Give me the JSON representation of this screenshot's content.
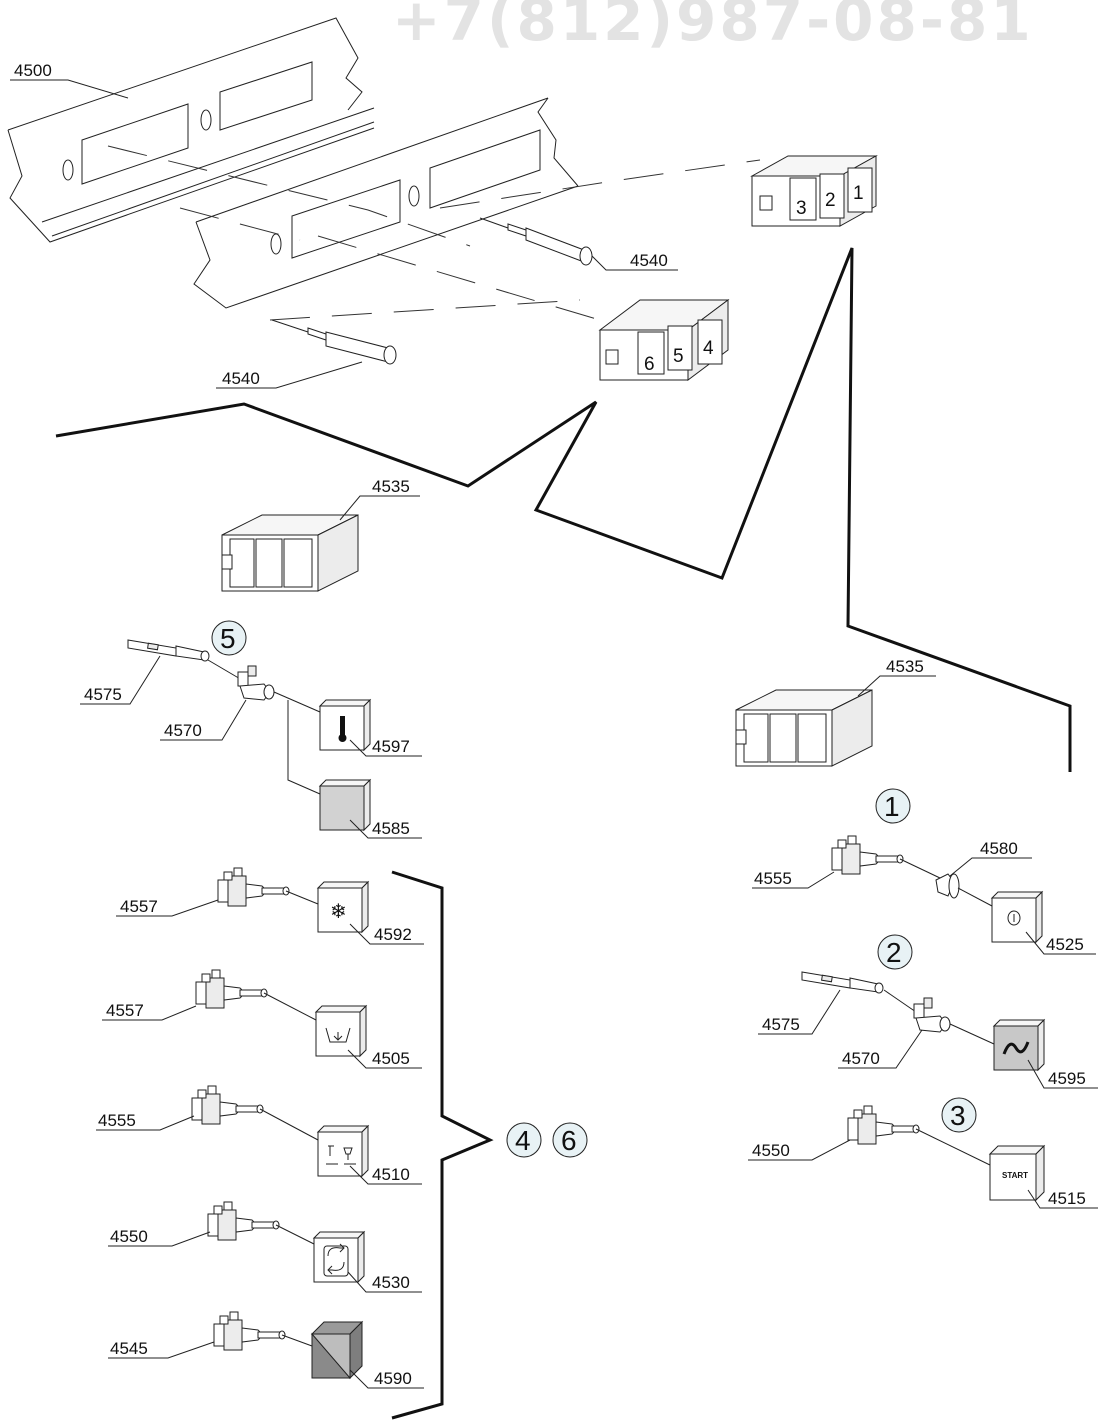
{
  "watermark": "+7(812)987-08-81",
  "slots": {
    "upper": [
      "3",
      "2",
      "1"
    ],
    "lower": [
      "6",
      "5",
      "4"
    ]
  },
  "group_markers": {
    "g1": "1",
    "g2": "2",
    "g3": "3",
    "g4": "4",
    "g5": "5",
    "g6": "6"
  },
  "labels": {
    "l4500": "4500",
    "l4540a": "4540",
    "l4540b": "4540",
    "l4535a": "4535",
    "l4535b": "4535",
    "l4575a": "4575",
    "l4570a": "4570",
    "l4597": "4597",
    "l4585": "4585",
    "l4557a": "4557",
    "l4592": "4592",
    "l4557b": "4557",
    "l4505": "4505",
    "l4555a": "4555",
    "l4510": "4510",
    "l4550a": "4550",
    "l4530": "4530",
    "l4545": "4545",
    "l4590": "4590",
    "l4580": "4580",
    "l4555b": "4555",
    "l4525": "4525",
    "l4575b": "4575",
    "l4570b": "4570",
    "l4595": "4595",
    "l4550b": "4550",
    "l4515": "4515"
  },
  "start_button_text": "START"
}
